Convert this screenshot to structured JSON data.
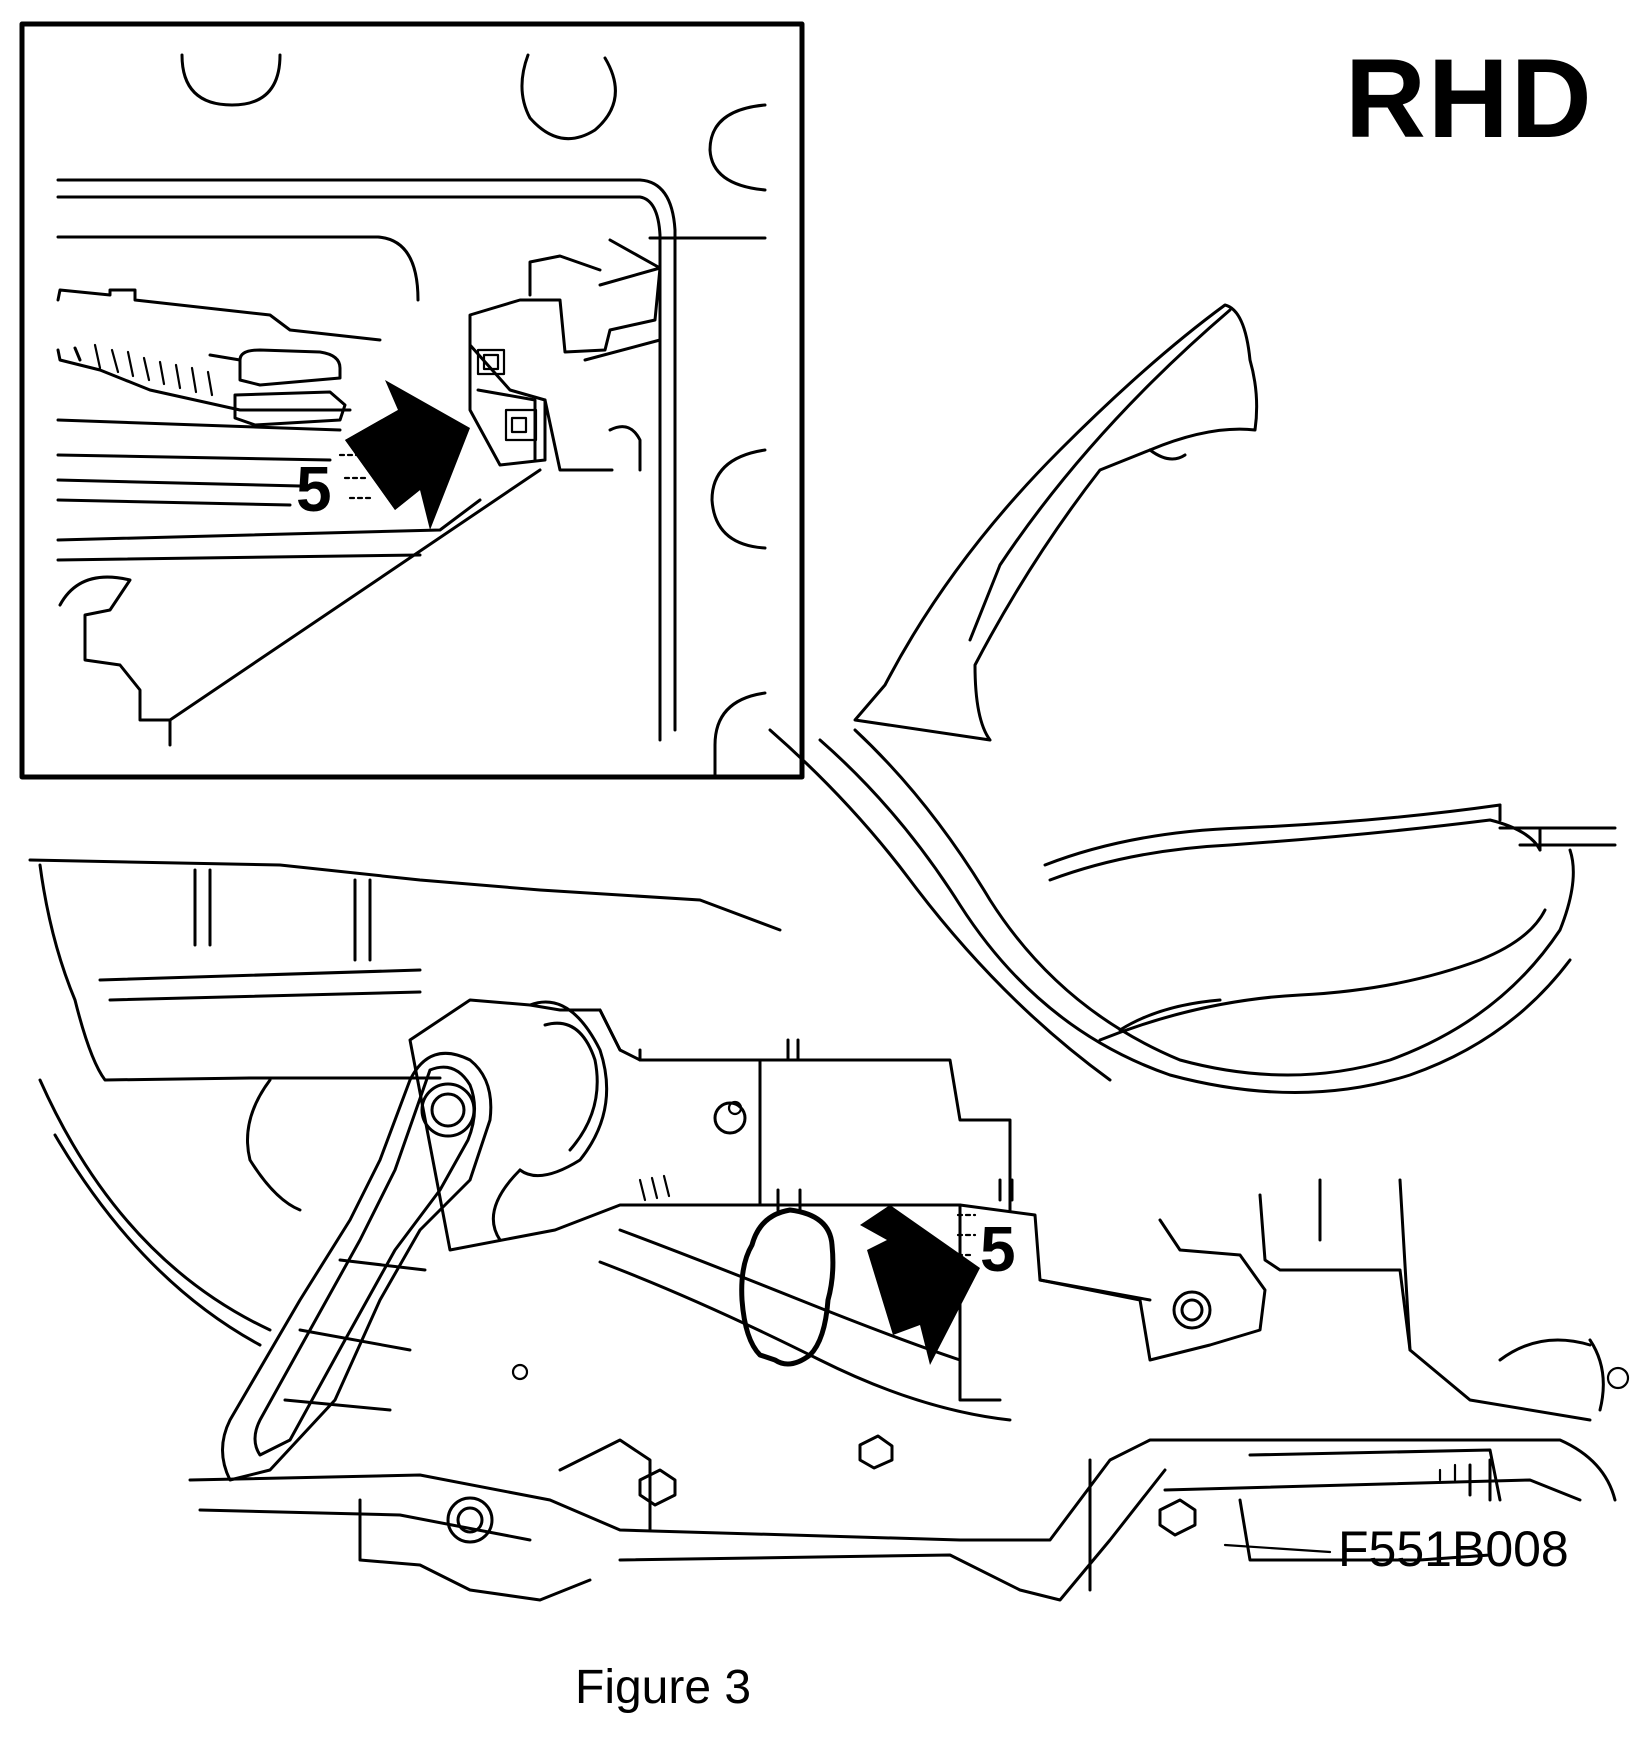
{
  "drive_side_label": "RHD",
  "callout_inset": "5",
  "callout_main": "5",
  "figure_code": "F551B008",
  "caption": "Figure 3"
}
